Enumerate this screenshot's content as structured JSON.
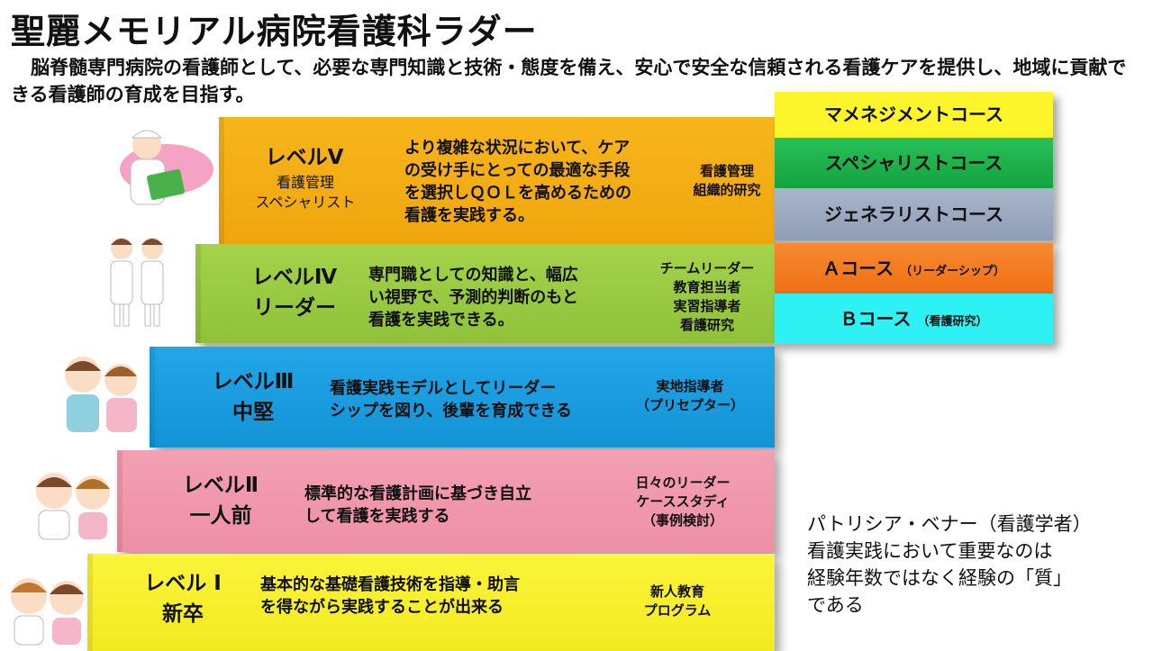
{
  "header": {
    "title": "聖麗メモリアル病院看護科ラダー",
    "subtitle": "脳脊髄専門病院の看護師として、必要な専門知識と技術・態度を備え、安心で安全な信頼される看護ケアを提供し、地域に貢献できる看護師の育成を目指す。"
  },
  "levels": [
    {
      "title": "レベルⅤ",
      "subtitle_lines": [
        "看護管理",
        "スペシャリスト"
      ],
      "description_lines": [
        "より複雑な状況において、ケア",
        "の受け手にとっての最適な手段",
        "を選択しＱＯＬを高めるための",
        "看護を実践する。"
      ],
      "roles": [
        "看護管理",
        "組織的研究"
      ],
      "color": "#f5ae16"
    },
    {
      "title_lines": [
        "レベルⅣ",
        "リーダー"
      ],
      "description_lines": [
        "専門職としての知識と、幅広",
        "い視野で、予測的判断のもと",
        "看護を実践できる。"
      ],
      "roles": [
        "チームリーダー",
        "教育担当者",
        "実習指導者",
        "看護研究"
      ],
      "color": "#9ccb42"
    },
    {
      "title_lines": [
        "レベルⅢ",
        "中堅"
      ],
      "description_lines": [
        "看護実践モデルとしてリーダー",
        "シップを図り、後輩を育成できる"
      ],
      "roles": [
        "実地指導者",
        "（プリセプター）"
      ],
      "color": "#1a9ddf"
    },
    {
      "title_lines": [
        "レベルⅡ",
        "一人前"
      ],
      "description_lines": [
        "標準的な看護計画に基づき自立",
        "して看護を実践する"
      ],
      "roles": [
        "日々のリーダー",
        "ケーススタディ",
        "（事例検討）"
      ],
      "color": "#f097ac"
    },
    {
      "title_lines": [
        "レベル Ⅰ",
        "新卒"
      ],
      "description_lines": [
        "基本的な基礎看護技術を指導・助言",
        "を得ながら実践することが出来る"
      ],
      "roles": [
        "新人教育",
        "プログラム"
      ],
      "color": "#f7ef2e"
    }
  ],
  "courses": [
    {
      "label": "マメネジメントコース",
      "note": "",
      "color": "#fdf52b"
    },
    {
      "label": "スペシャリストコース",
      "note": "",
      "color": "#1eb14c"
    },
    {
      "label": "ジェネラリストコース",
      "note": "",
      "color": "#9ba9c0"
    },
    {
      "label": "Ａコース",
      "note": "（リーダーシップ）",
      "color": "#f47b20"
    },
    {
      "label": "Ｂコース",
      "note": "（看護研究）",
      "color": "#2ef1f4"
    }
  ],
  "quote": {
    "lines": [
      "パトリシア・ベナー（看護学者）",
      "看護実践において重要なのは",
      "経験年数ではなく経験の「質」",
      "である"
    ]
  }
}
